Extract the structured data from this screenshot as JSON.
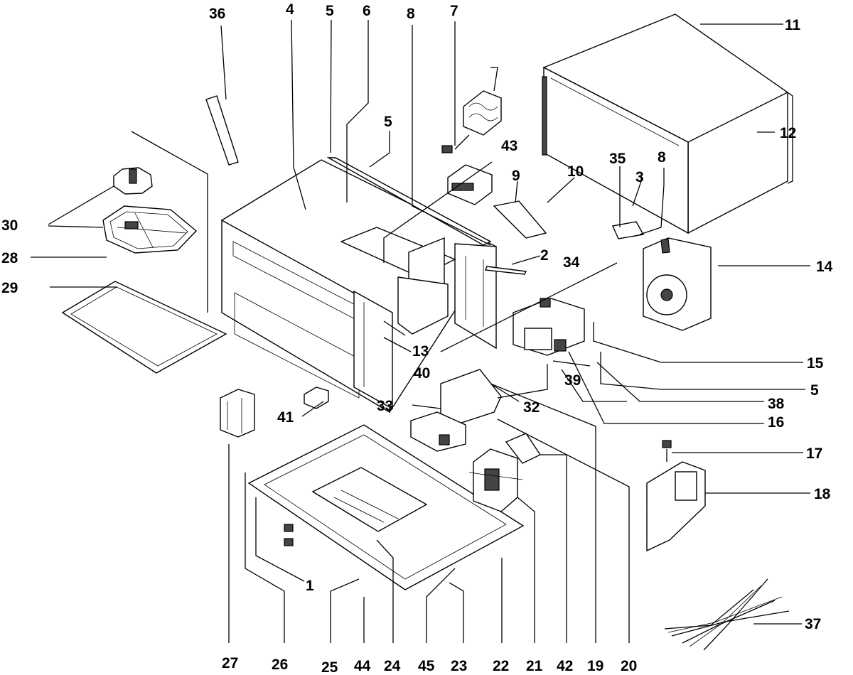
{
  "diagram": {
    "labels": [
      "36",
      "4",
      "5",
      "6",
      "8",
      "7",
      "11",
      "12",
      "43",
      "5",
      "35",
      "3",
      "8",
      "10",
      "9",
      "30",
      "28",
      "2",
      "34",
      "14",
      "29",
      "13",
      "40",
      "15",
      "39",
      "5",
      "41",
      "33",
      "32",
      "38",
      "16",
      "17",
      "18",
      "37",
      "1",
      "27",
      "26",
      "25",
      "44",
      "24",
      "45",
      "23",
      "22",
      "21",
      "42",
      "19",
      "20"
    ]
  }
}
